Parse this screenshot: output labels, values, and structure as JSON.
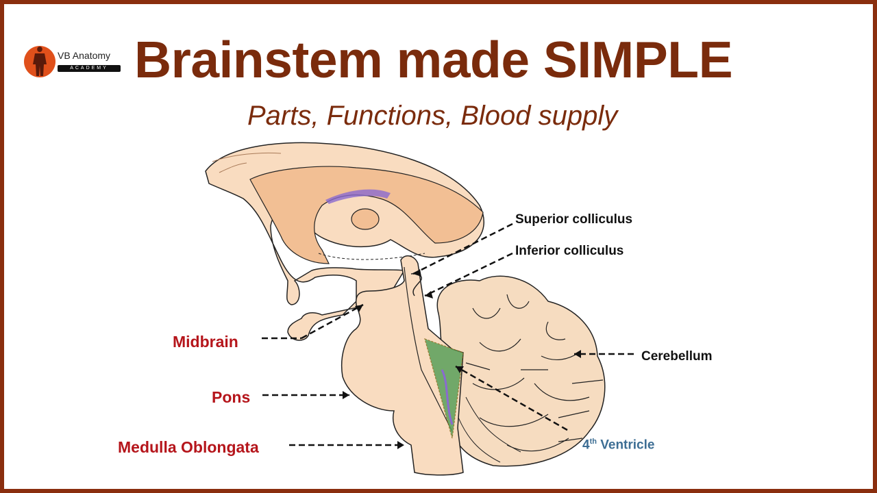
{
  "logo": {
    "brand": "VB Anatomy",
    "subtitle": "ACADEMY",
    "icon": "human-figure-icon",
    "colors": {
      "circle": "#e0501b",
      "figure": "#5a1a0a"
    }
  },
  "header": {
    "title": "Brainstem made SIMPLE",
    "subtitle": "Parts, Functions, Blood supply"
  },
  "labels": {
    "superior_colliculus": "Superior colliculus",
    "inferior_colliculus": "Inferior colliculus",
    "cerebellum": "Cerebellum",
    "ventricle_number": "4",
    "ventricle_suffix": "th",
    "ventricle_word": "Ventricle",
    "midbrain": "Midbrain",
    "pons": "Pons",
    "medulla": "Medulla Oblongata"
  },
  "colors": {
    "border": "#8a2e0e",
    "title": "#7a2b0c",
    "part_label": "#b5151b",
    "ventricle_label": "#3d6e94",
    "brain_fill": "#f9dcc0",
    "brain_dark": "#f2bf94",
    "ventricle_fill": "#5aa05a",
    "choroid": "#8a6ad0"
  }
}
